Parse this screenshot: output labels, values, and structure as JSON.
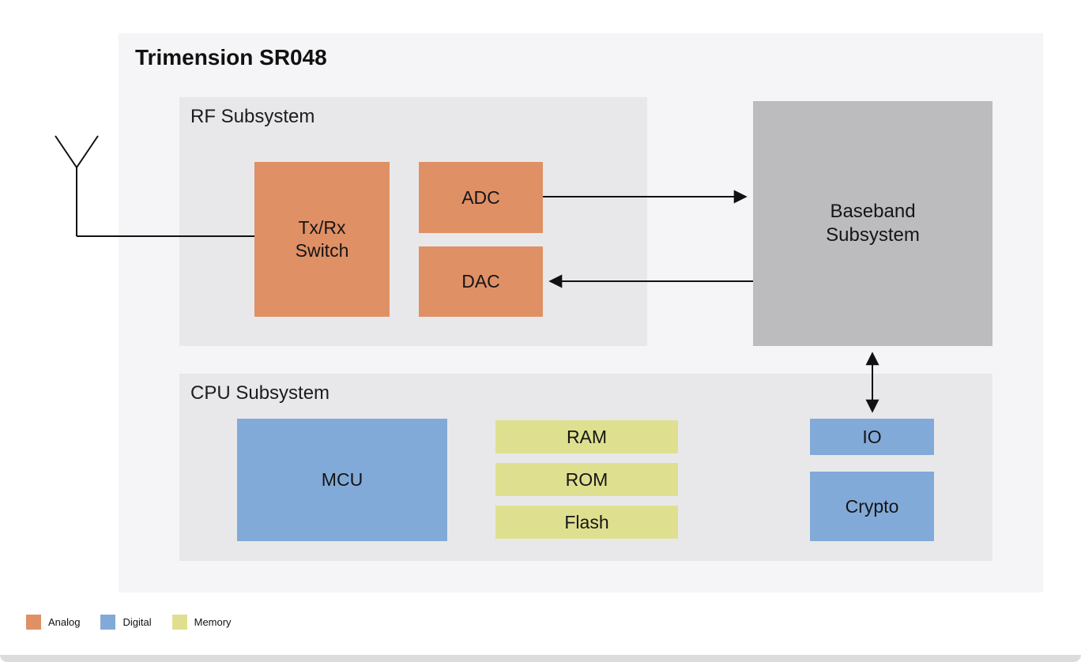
{
  "title": "Trimension SR048",
  "groups": {
    "rf": {
      "label": "RF Subsystem"
    },
    "cpu": {
      "label": "CPU Subsystem"
    }
  },
  "nodes": {
    "txrx_switch": {
      "label": "Tx/Rx Switch",
      "category": "analog"
    },
    "adc": {
      "label": "ADC",
      "category": "analog"
    },
    "dac": {
      "label": "DAC",
      "category": "analog"
    },
    "baseband": {
      "label": "Baseband Subsystem",
      "category": "subsystem"
    },
    "mcu": {
      "label": "MCU",
      "category": "digital"
    },
    "ram": {
      "label": "RAM",
      "category": "memory"
    },
    "rom": {
      "label": "ROM",
      "category": "memory"
    },
    "flash": {
      "label": "Flash",
      "category": "memory"
    },
    "io": {
      "label": "IO",
      "category": "digital"
    },
    "crypto": {
      "label": "Crypto",
      "category": "digital"
    }
  },
  "edges": [
    {
      "from": "antenna",
      "to": "txrx_switch",
      "arrows": "none"
    },
    {
      "from": "adc",
      "to": "baseband",
      "arrows": "forward"
    },
    {
      "from": "baseband",
      "to": "dac",
      "arrows": "forward"
    },
    {
      "from": "baseband",
      "to": "io",
      "arrows": "both"
    }
  ],
  "legend": {
    "items": [
      {
        "label": "Analog",
        "color": "#df9065"
      },
      {
        "label": "Digital",
        "color": "#82aad8"
      },
      {
        "label": "Memory",
        "color": "#dfe08f"
      }
    ]
  },
  "colors": {
    "main_panel_bg": "#f5f5f7",
    "group_bg": "#e8e8ea",
    "baseband_bg": "#bcbcbe",
    "analog": "#df9065",
    "digital": "#82aad8",
    "memory": "#dfe08f",
    "wire": "#111111"
  }
}
